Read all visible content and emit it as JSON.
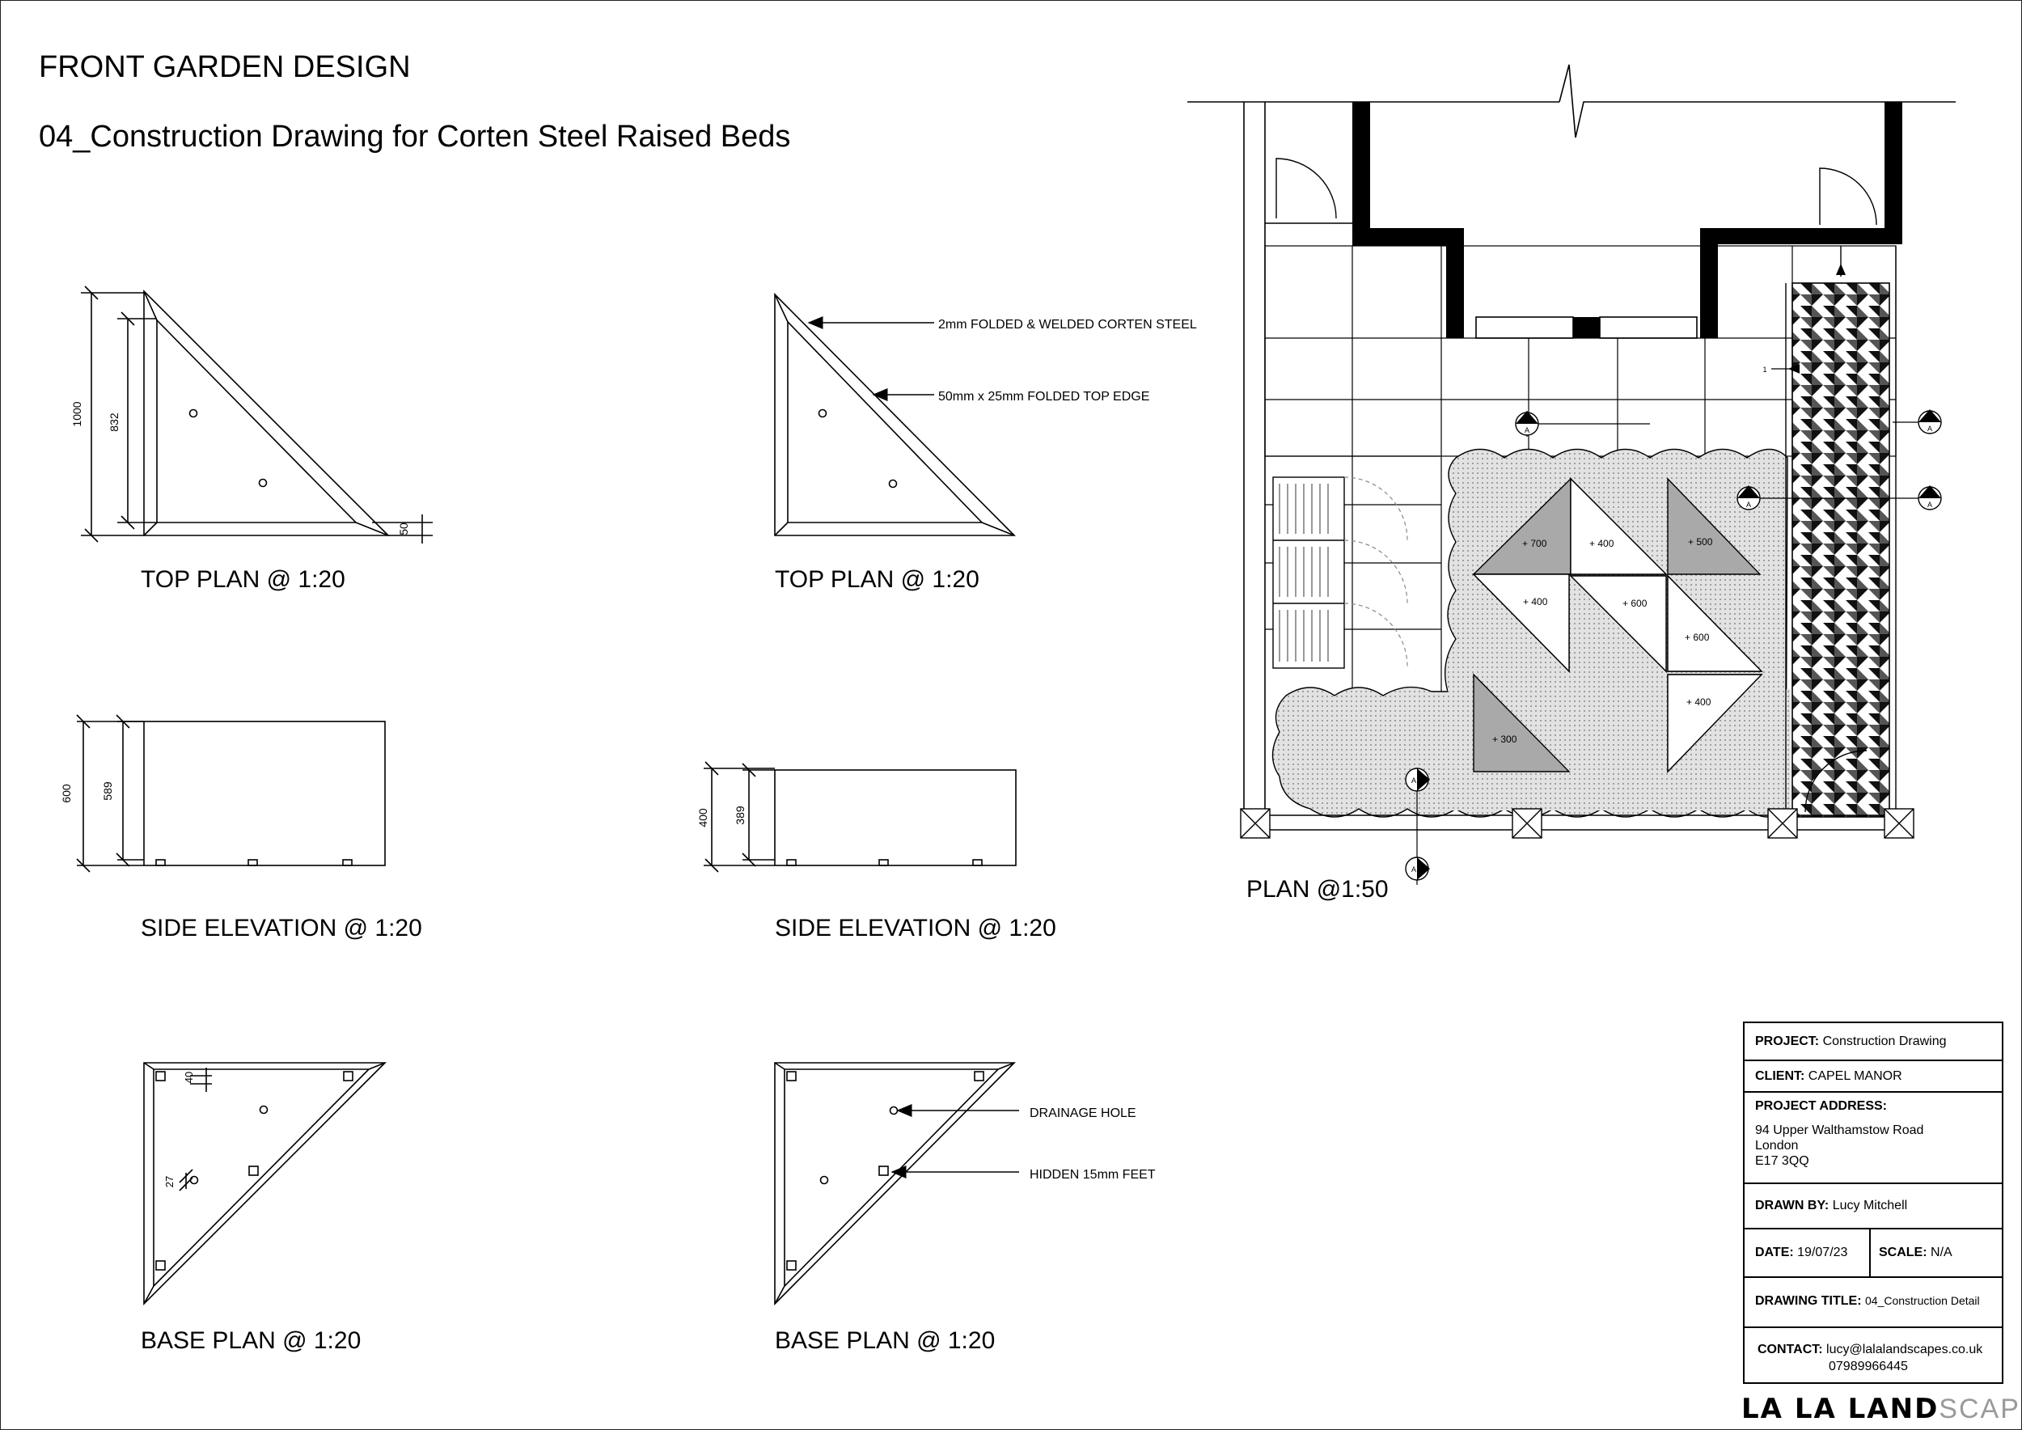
{
  "header": {
    "title": "FRONT GARDEN DESIGN",
    "subtitle": "04_Construction Drawing for Corten Steel Raised Beds"
  },
  "views": {
    "top_plan_1": "TOP PLAN @ 1:20",
    "top_plan_2": "TOP PLAN @ 1:20",
    "side_elevation_1": "SIDE ELEVATION @ 1:20",
    "side_elevation_2": "SIDE ELEVATION @ 1:20",
    "base_plan_1": "BASE PLAN @ 1:20",
    "base_plan_2": "BASE PLAN @ 1:20",
    "site_plan": "PLAN @1:50"
  },
  "dimensions": {
    "top_overall": "1000",
    "top_inner": "832",
    "top_edge": "50",
    "side1_overall": "600",
    "side1_inner": "589",
    "side2_overall": "400",
    "side2_inner": "389",
    "base_feet_offset": "40",
    "base_hole_offset": "27"
  },
  "annotations": {
    "steel": "2mm FOLDED & WELDED CORTEN STEEL",
    "edge": "50mm x 25mm FOLDED TOP EDGE",
    "drainage": "DRAINAGE HOLE",
    "feet": "HIDDEN 15mm FEET"
  },
  "bed_levels": [
    "+ 700",
    "+ 400",
    "+ 500",
    "+ 400",
    "+ 600",
    "+ 600",
    "+ 400",
    "+ 300"
  ],
  "section_marks": [
    "A",
    "A",
    "A",
    "A",
    "A",
    "A",
    "1"
  ],
  "title_block": {
    "project_label": "PROJECT:",
    "project_value": "Construction Drawing",
    "client_label": "CLIENT:",
    "client_value": "CAPEL MANOR",
    "address_label": "PROJECT ADDRESS:",
    "address_line1": "94 Upper Walthamstow Road",
    "address_line2": "London",
    "address_line3": "E17 3QQ",
    "drawn_label": "DRAWN BY:",
    "drawn_value": "Lucy Mitchell",
    "date_label": "DATE:",
    "date_value": "19/07/23",
    "scale_label": "SCALE:",
    "scale_value": "N/A",
    "drawing_title_label": "DRAWING TITLE:",
    "drawing_title_value": "04_Construction Detail",
    "contact_label": "CONTACT:",
    "contact_email": "lucy@lalalandscapes.co.uk",
    "contact_phone": "07989966445"
  },
  "brand": {
    "bold": "LA LA LAND",
    "light": "SCAPES"
  },
  "colors": {
    "line": "#000000",
    "bed_fill": "#a9a9a9",
    "planting_fill": "#d8d8d8",
    "wall": "#000000"
  }
}
